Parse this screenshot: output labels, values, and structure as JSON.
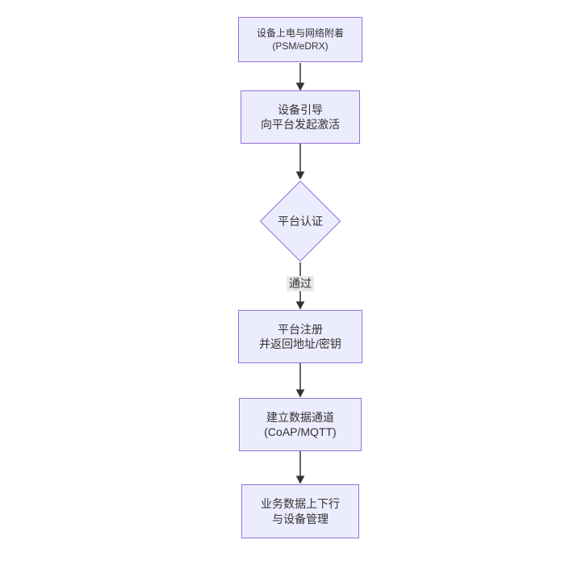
{
  "diagram": {
    "type": "flowchart-top-down",
    "background": "#ffffff",
    "colors": {
      "node_fill": "#ECECFF",
      "node_border": "#9370DB",
      "edge_line": "#333333",
      "text": "#333333",
      "edge_label_bg": "#e8e8e8"
    },
    "nodes": [
      {
        "id": "power-attach",
        "shape": "rect",
        "lines": [
          "设备上电与网络附着",
          "(PSM/eDRX)"
        ]
      },
      {
        "id": "bootstrap",
        "shape": "rect",
        "lines": [
          "设备引导",
          "向平台发起激活"
        ]
      },
      {
        "id": "auth",
        "shape": "diamond",
        "lines": [
          "平台认证"
        ]
      },
      {
        "id": "register",
        "shape": "rect",
        "lines": [
          "平台注册",
          "并返回地址/密钥"
        ]
      },
      {
        "id": "channel",
        "shape": "rect",
        "lines": [
          "建立数据通道",
          "(CoAP/MQTT)"
        ]
      },
      {
        "id": "business",
        "shape": "rect",
        "lines": [
          "业务数据上下行",
          "与设备管理"
        ]
      }
    ],
    "edges": [
      {
        "from": "power-attach",
        "to": "bootstrap",
        "label": ""
      },
      {
        "from": "bootstrap",
        "to": "auth",
        "label": ""
      },
      {
        "from": "auth",
        "to": "register",
        "label": "通过"
      },
      {
        "from": "register",
        "to": "channel",
        "label": ""
      },
      {
        "from": "channel",
        "to": "business",
        "label": ""
      }
    ]
  }
}
